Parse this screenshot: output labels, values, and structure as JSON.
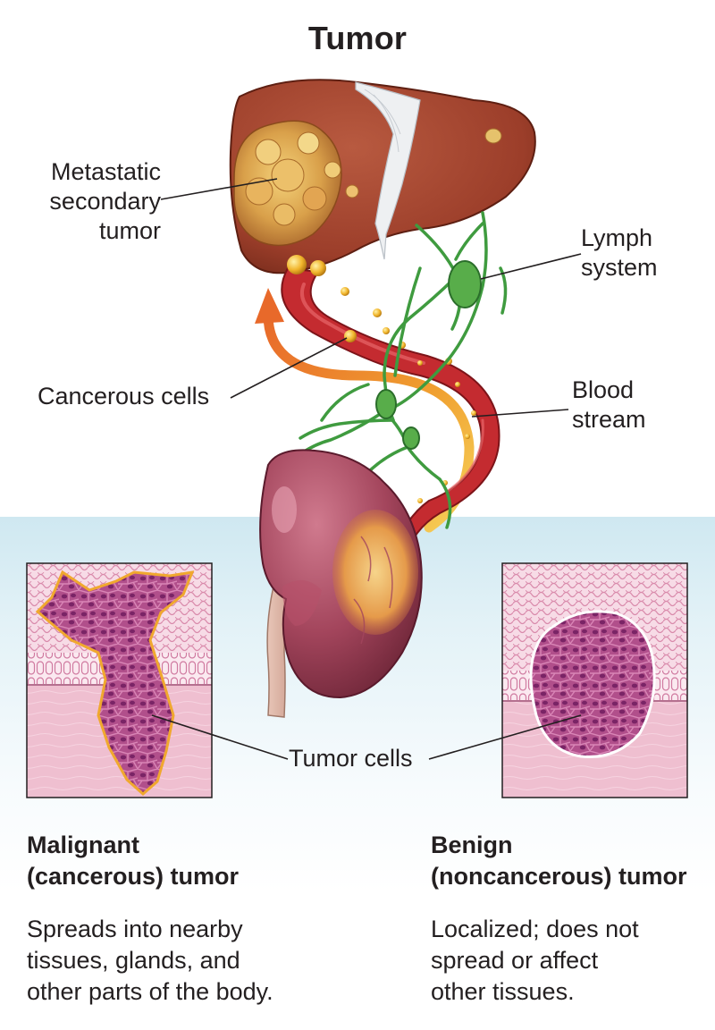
{
  "title": "Tumor",
  "labels": {
    "metastatic": [
      "Metastatic",
      "secondary",
      "tumor"
    ],
    "lymph": [
      "Lymph",
      "system"
    ],
    "cancerous_cells": "Cancerous cells",
    "blood": [
      "Blood",
      "stream"
    ],
    "tumor_cells": "Tumor cells"
  },
  "malignant": {
    "heading": [
      "Malignant",
      "(cancerous) tumor"
    ],
    "description": [
      "Spreads into nearby",
      "tissues, glands, and",
      "other parts of the body."
    ]
  },
  "benign": {
    "heading": [
      "Benign",
      "(noncancerous) tumor"
    ],
    "description": [
      "Localized; does not",
      "spread or affect",
      "other tissues."
    ]
  },
  "colors": {
    "liver": "#9c3e2a",
    "blood_vessel": "#c42b30",
    "lymph": "#3f9b3f",
    "kidney": "#9e3a52",
    "arrow_orange": "#e8782a",
    "arrow_yellow": "#f2c230",
    "tissue_pink": "#f2c6d8",
    "tumor_purple": "#a3437e",
    "background_blue": "#d6ecf4"
  }
}
